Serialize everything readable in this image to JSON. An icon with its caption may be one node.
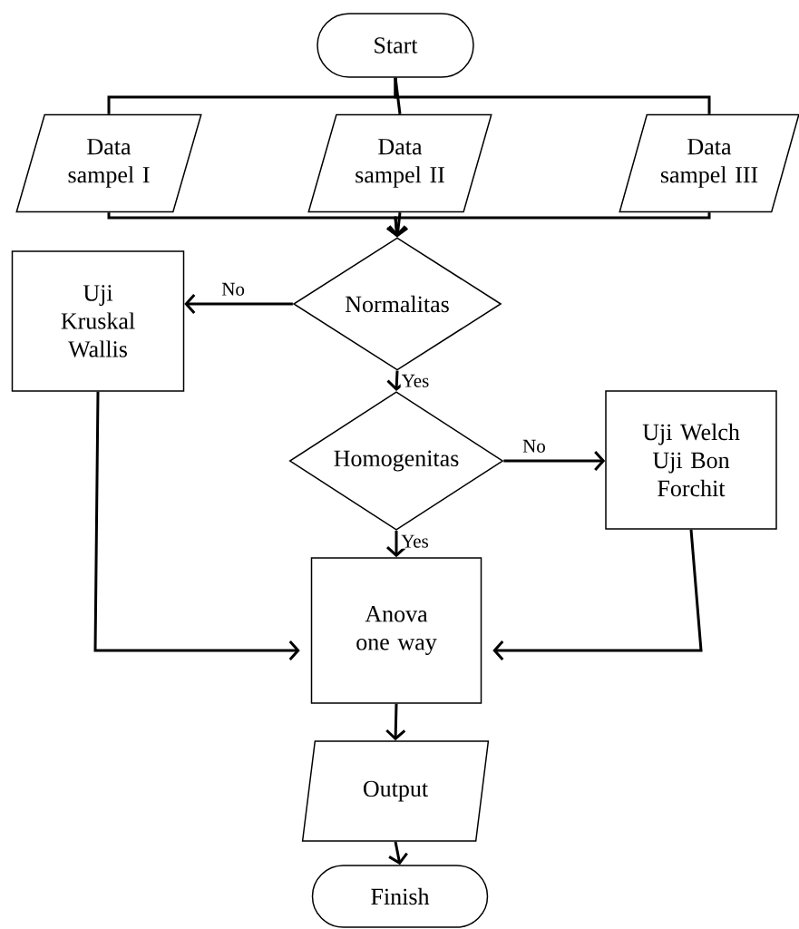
{
  "diagram": {
    "nodes": [
      {
        "text": [
          "Start"
        ]
      },
      {
        "text": [
          "Data sampel I"
        ]
      },
      {
        "text": [
          "Data sampel II"
        ]
      },
      {
        "text": [
          "Data sampel III"
        ]
      },
      {
        "text": [
          "Uji Kruskal Wallis"
        ]
      },
      {
        "text": [
          "Normalitas"
        ]
      },
      {
        "text": [
          "Homogenitas"
        ]
      },
      {
        "text": [
          "Uji Welch Uji Bon Forchit"
        ]
      },
      {
        "text": [
          "Anova one way"
        ]
      },
      {
        "text": [
          "Output"
        ]
      },
      {
        "text": [
          "Finish"
        ]
      }
    ],
    "edges": [
      {
        "from": 0,
        "to": 1,
        "arrow": "none"
      },
      {
        "from": 0,
        "to": 2,
        "arrow": "none"
      },
      {
        "from": 0,
        "to": 3,
        "arrow": "none"
      },
      {
        "from": 1,
        "to": 5,
        "arrow": "to"
      },
      {
        "from": 2,
        "to": 5,
        "arrow": "to"
      },
      {
        "from": 3,
        "to": 5,
        "arrow": "to"
      },
      {
        "from": 5,
        "to": 4,
        "arrow": "to",
        "label": "No"
      },
      {
        "from": 5,
        "to": 6,
        "arrow": "to",
        "label": "Yes"
      },
      {
        "from": 6,
        "to": 7,
        "arrow": "to",
        "label": "No"
      },
      {
        "from": 6,
        "to": 8,
        "arrow": "to",
        "label": "Yes"
      },
      {
        "from": 4,
        "to": 8,
        "arrow": "to"
      },
      {
        "from": 7,
        "to": 8,
        "arrow": "to"
      },
      {
        "from": 8,
        "to": 9,
        "arrow": "to"
      },
      {
        "from": 9,
        "to": 10,
        "arrow": "to"
      }
    ]
  }
}
